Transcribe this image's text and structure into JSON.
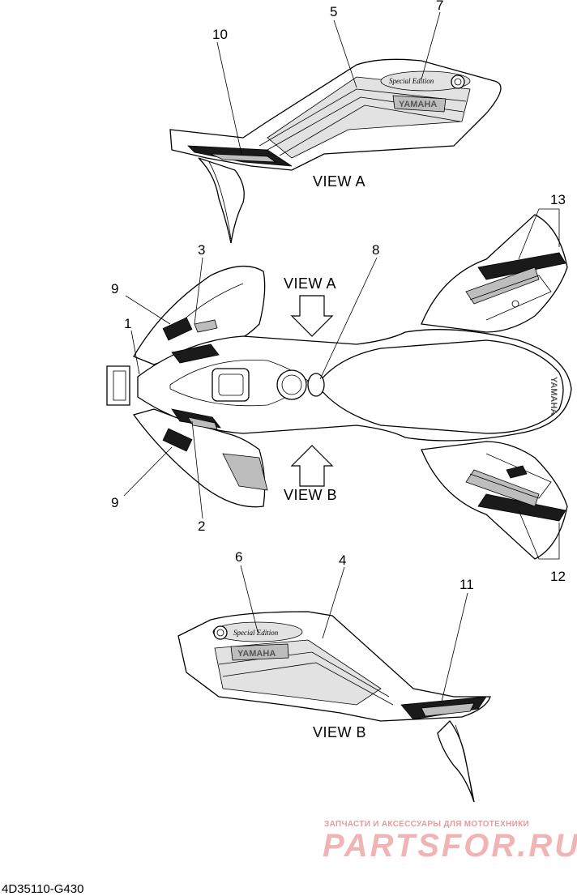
{
  "callouts": [
    "1",
    "2",
    "3",
    "4",
    "5",
    "6",
    "7",
    "8",
    "9",
    "9",
    "10",
    "11",
    "12",
    "13"
  ],
  "views": {
    "view_a_top": "VIEW A",
    "view_a_center": "VIEW A",
    "view_b_center": "VIEW B",
    "view_b_bottom": "VIEW B"
  },
  "decal_text": {
    "special_edition": "Special Edition",
    "brand": "YAMAHA"
  },
  "watermark": {
    "tagline": "ЗАПЧАСТИ И АКСЕССУАРЫ ДЛЯ МОТОТЕХНИКИ",
    "logo": "PARTSFOR.RU"
  },
  "part_code": "4D35110-G430"
}
